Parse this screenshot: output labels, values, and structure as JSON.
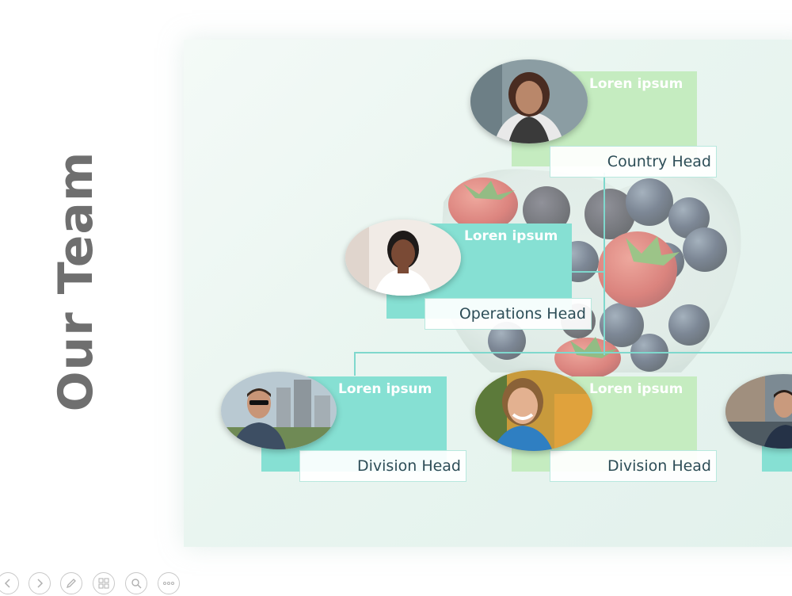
{
  "slide": {
    "title": "Our Team"
  },
  "team": [
    {
      "id": "country",
      "name": "Loren ipsum",
      "role": "Country Head",
      "color": "#c5ecc0"
    },
    {
      "id": "operations",
      "name": "Loren ipsum",
      "role": "Operations Head",
      "color": "#86e0d3"
    },
    {
      "id": "division-left",
      "name": "Loren ipsum",
      "role": "Division Head",
      "color": "#86e0d3"
    },
    {
      "id": "division-mid",
      "name": "Loren ipsum",
      "role": "Division Head",
      "color": "#c5ecc0"
    }
  ],
  "colors": {
    "title": "#6f6f6f",
    "teal": "#86e0d3",
    "green": "#c5ecc0",
    "connector": "#7fd8cd",
    "role_text": "#2d4d57"
  },
  "nav": {
    "buttons": [
      "previous-icon",
      "next-icon",
      "pen-icon",
      "slides-icon",
      "zoom-icon",
      "more-icon"
    ]
  }
}
